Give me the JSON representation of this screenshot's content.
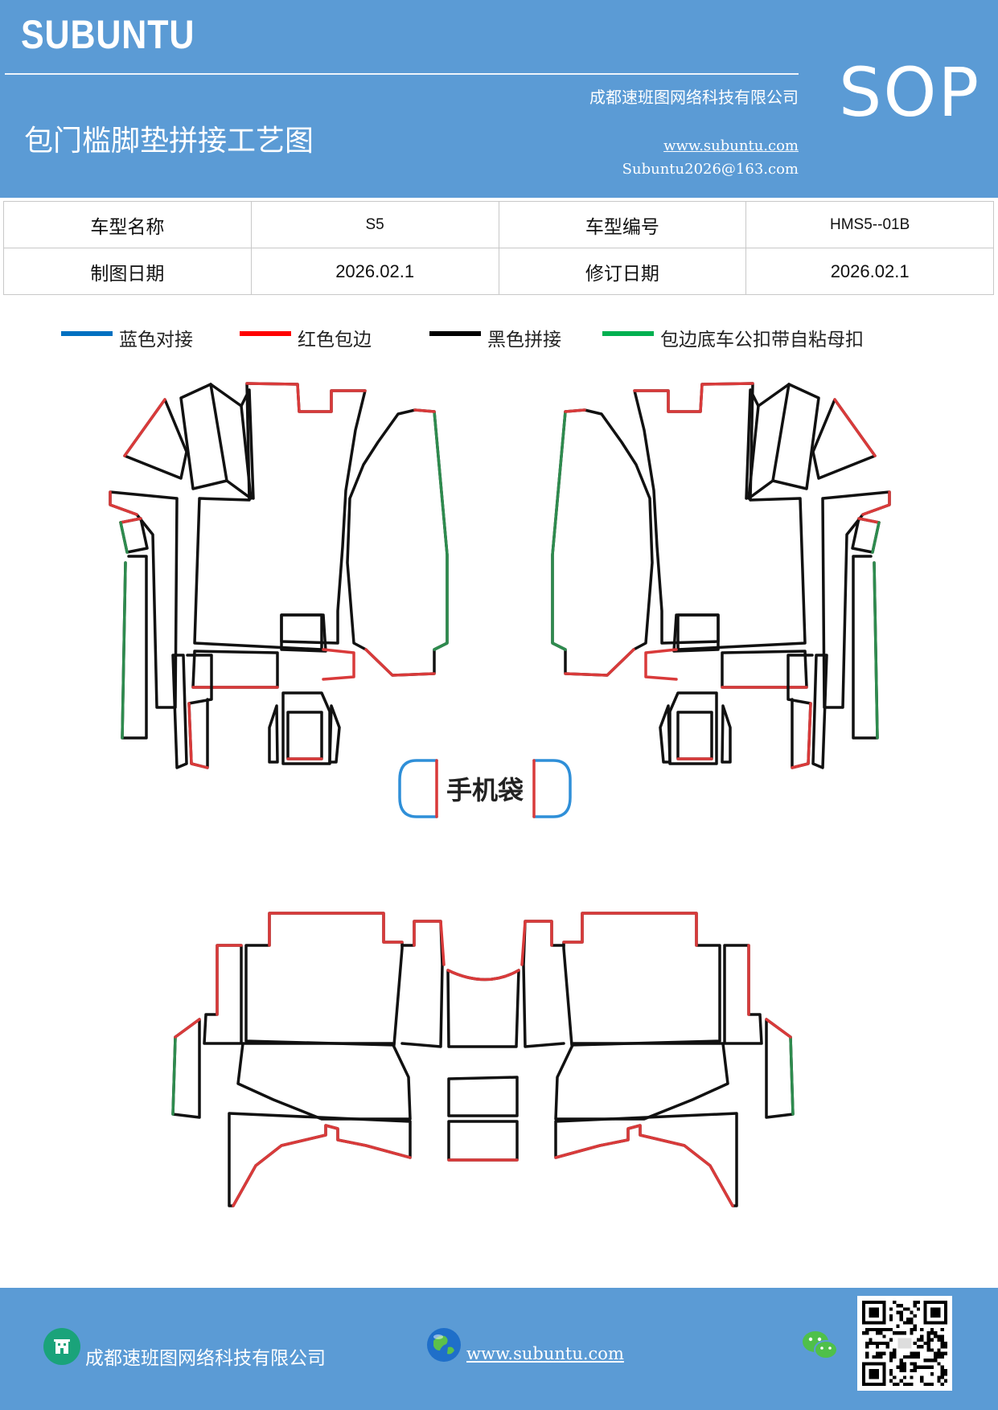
{
  "header": {
    "brand": "SUBUNTU",
    "company": "成都速班图网络科技有限公司",
    "title": "包门槛脚垫拼接工艺图",
    "url": "www.subuntu.com",
    "email": "Subuntu2026@163.com",
    "badge": "SOP",
    "background": "#5b9bd5"
  },
  "info": {
    "model_name_label": "车型名称",
    "model_name_value": "S5",
    "model_code_label": "车型编号",
    "model_code_value": "HMS5--01B",
    "draw_date_label": "制图日期",
    "draw_date_value": "2026.02.1",
    "revise_date_label": "修订日期",
    "revise_date_value": "2026.02.1"
  },
  "legend": [
    {
      "label": "蓝色对接",
      "color": "#0070c0"
    },
    {
      "label": "红色包边",
      "color": "#ff0000"
    },
    {
      "label": "黑色拼接",
      "color": "#000000"
    },
    {
      "label": "包边底车公扣带自粘母扣",
      "color": "#00b050"
    }
  ],
  "diagram": {
    "phone_bag_label": "手机袋",
    "colors": {
      "black": "#111111",
      "red": "#d93a3a",
      "green": "#2e8b4e",
      "blue": "#2f8fd8"
    }
  },
  "footer": {
    "company": "成都速班图网络科技有限公司",
    "url": "www.subuntu.com ",
    "icons": [
      "building-icon",
      "globe-icon",
      "wechat-icon",
      "qr-code"
    ]
  }
}
